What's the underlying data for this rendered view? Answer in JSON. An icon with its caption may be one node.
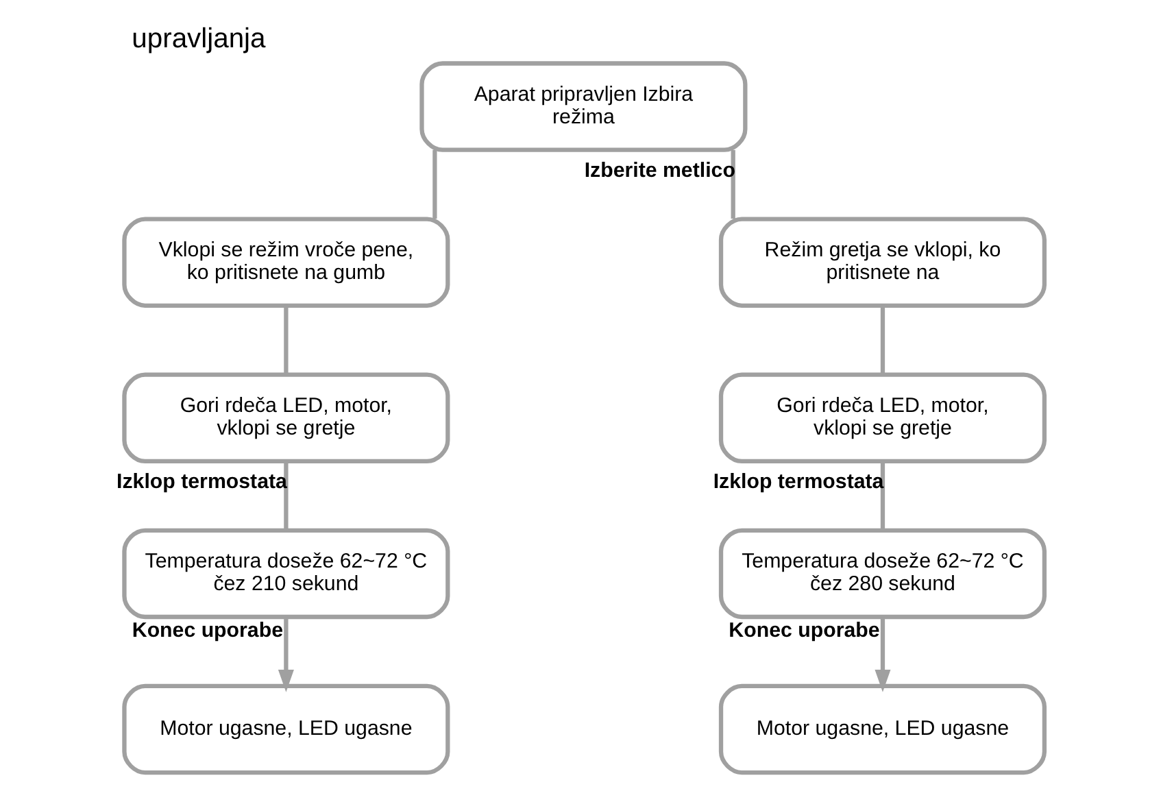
{
  "diagram": {
    "title": "upravljanja",
    "nodes": [
      {
        "text": [
          "Aparat pripravljen Izbira režima"
        ]
      },
      {
        "text": [
          "Vklopi se režim vroče pene, ko pritisnete na gumb"
        ]
      },
      {
        "text": [
          "Gori rdeča LED, motor, vklopi se gretje"
        ]
      },
      {
        "text": [
          "Temperatura doseže 62~72 °C čez 210 sekund"
        ]
      },
      {
        "text": [
          "Motor ugasne, LED ugasne"
        ]
      },
      {
        "text": [
          "Režim gretja se vklopi, ko pritisnete na"
        ]
      },
      {
        "text": [
          "Gori rdeča LED, motor, vklopi se gretje"
        ]
      },
      {
        "text": [
          "Temperatura doseže 62~72 °C čez 280 sekund"
        ]
      },
      {
        "text": [
          "Motor ugasne, LED ugasne"
        ]
      }
    ],
    "edges": [
      {
        "from": 0,
        "to": 1,
        "arrow": "none"
      },
      {
        "from": 0,
        "to": 5,
        "arrow": "none",
        "label": "Izberite metlico"
      },
      {
        "from": 1,
        "to": 2,
        "arrow": "none"
      },
      {
        "from": 2,
        "to": 3,
        "arrow": "none",
        "label": "Izklop termostata"
      },
      {
        "from": 3,
        "to": 4,
        "arrow": "to",
        "label": "Konec uporabe"
      },
      {
        "from": 5,
        "to": 6,
        "arrow": "none"
      },
      {
        "from": 6,
        "to": 7,
        "arrow": "none",
        "label": "Izklop termostata"
      },
      {
        "from": 7,
        "to": 8,
        "arrow": "to",
        "label": "Konec uporabe"
      }
    ]
  }
}
